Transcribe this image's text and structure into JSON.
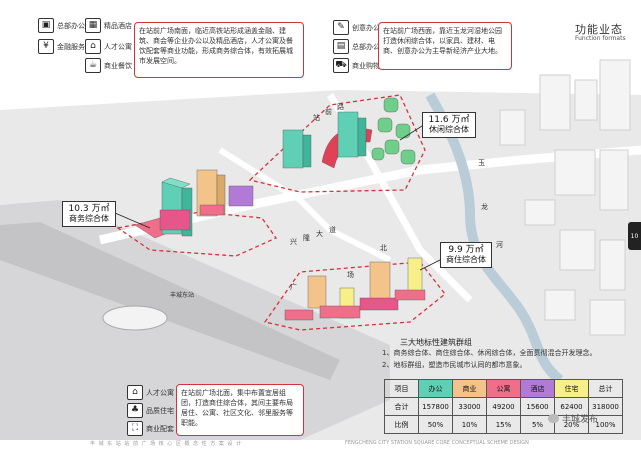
{
  "title": {
    "cn": "功能业态",
    "en": "Function formats"
  },
  "page_number": "10",
  "legend_top_left": [
    {
      "icon": "suitcase-icon",
      "glyph": "▣",
      "label": "总部办公"
    },
    {
      "icon": "hotel-icon",
      "glyph": "▦",
      "label": "精品酒店"
    },
    {
      "icon": "finance-icon",
      "glyph": "¥",
      "label": "金融服务"
    },
    {
      "icon": "talent-apartment-icon",
      "glyph": "⌂",
      "label": "人才公寓"
    },
    {
      "icon": "dining-icon",
      "glyph": "☕",
      "label": "商业餐饮"
    }
  ],
  "legend_top_mid": [
    {
      "icon": "creative-office-icon",
      "glyph": "✎",
      "label": "创意办公"
    },
    {
      "icon": "office-icon",
      "glyph": "▤",
      "label": "总部办公"
    },
    {
      "icon": "shopping-icon",
      "glyph": "⛟",
      "label": "商业购物"
    }
  ],
  "legend_bottom_left": [
    {
      "icon": "talent-apartment-icon",
      "glyph": "⌂",
      "label": "人才公寓"
    },
    {
      "icon": "quality-housing-icon",
      "glyph": "♣",
      "label": "品质住宅"
    },
    {
      "icon": "commercial-facility-icon",
      "glyph": "⛶",
      "label": "商业配套"
    }
  ],
  "desc_top_left": "在站前广场南面，临近高铁站形成涵盖金融、建筑、商会等企业办公以及精品酒店，人才公寓及餐饮配套等商业功能，形成商务综合体，有效拓展城市发展空间。",
  "desc_top_mid": "在站前广场西面，靠近玉龙河湿地公园打造休闲综合体，以家具、建材、电商、创意办公为主导新经济产业大地。",
  "desc_bottom_left": "在站前广场北面，集中布置宜居组团，打造商住综合体，其间主要布局居住、公寓、社区文化、邻里服务等职能。",
  "callouts": {
    "business": {
      "area": "10.3 万㎡",
      "name": "商务综合体"
    },
    "leisure": {
      "area": "11.6 万㎡",
      "name": "休闲综合体"
    },
    "residential": {
      "area": "9.9 万㎡",
      "name": "商住综合体"
    }
  },
  "roads": [
    "站",
    "前",
    "路",
    "兴",
    "隆",
    "大",
    "道",
    "北",
    "广",
    "场",
    "玉",
    "龙",
    "河",
    "丰城东站"
  ],
  "summary": {
    "title": "三大地标性建筑群组",
    "notes": [
      "1、商务综合体、商住综合体、休闲综合体，全面贯彻混合开发理念。",
      "2、地标群组，塑造市民城市认同的都市意象。"
    ]
  },
  "stats_table": {
    "headers": [
      "项目",
      "办公",
      "商业",
      "公寓",
      "酒店",
      "住宅",
      "总计"
    ],
    "header_colors": [
      "#ffffff",
      "#5fd0b5",
      "#f2c48a",
      "#ef6f8a",
      "#b07ad6",
      "#f7f08a",
      "#ffffff"
    ],
    "rows": [
      {
        "label": "合计",
        "values": [
          "157800",
          "33000",
          "49200",
          "15600",
          "62400",
          "318000"
        ]
      },
      {
        "label": "比例",
        "values": [
          "50%",
          "10%",
          "15%",
          "5%",
          "20%",
          "100%"
        ]
      }
    ]
  },
  "footer": {
    "cn": "丰 城 东 站 站 前 广 场 核 心 区 概 念 性 方 案 设 计",
    "en": "FENGCHENG CITY STATION SQUARE CORE CONCEPTUAL SCHEME DESIGN"
  },
  "watermark": "丰城发布",
  "colors": {
    "office": "#5fd0b5",
    "commerce": "#f2c48a",
    "apartment": "#ef6f8a",
    "hotel": "#b07ad6",
    "housing": "#f7f08a",
    "frame_red": "#d6323a",
    "river": "#b9ccd8"
  }
}
